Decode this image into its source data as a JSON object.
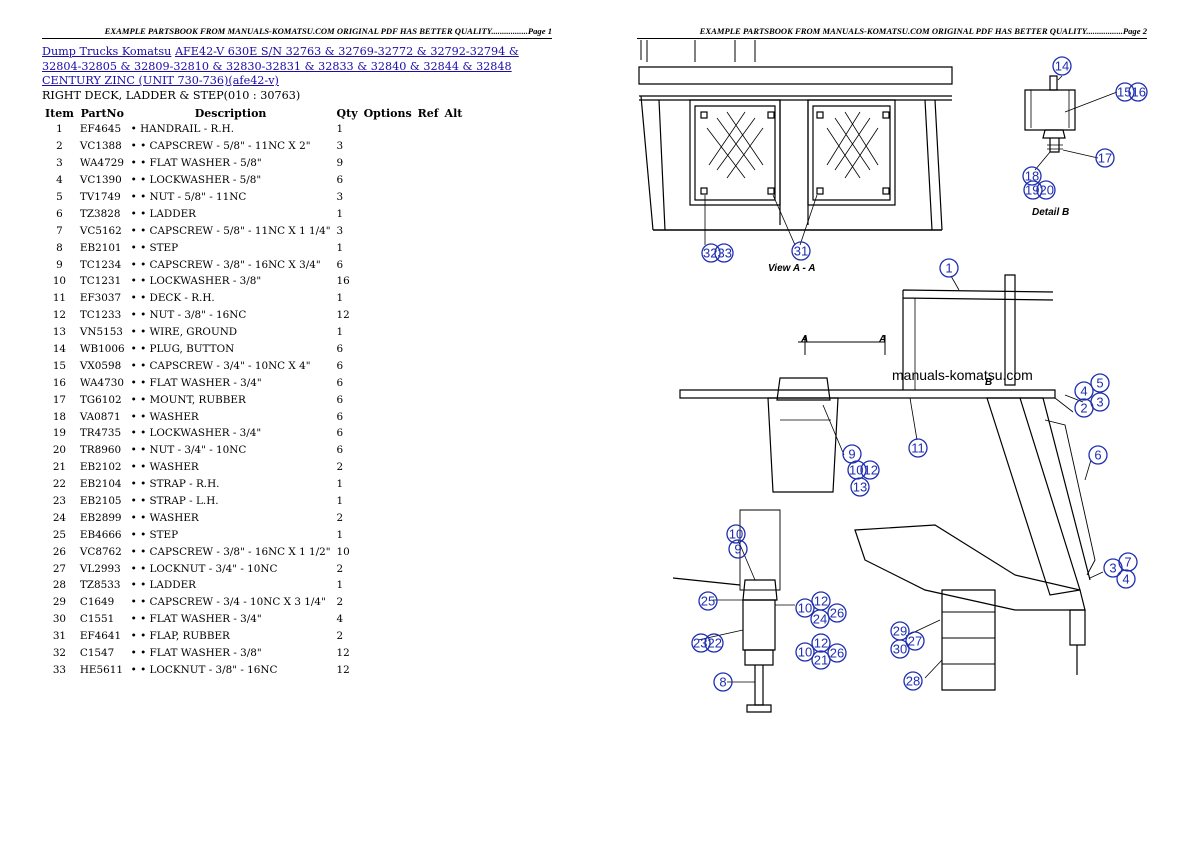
{
  "page1": {
    "header": "EXAMPLE PARTSBOOK FROM MANUALS-KOMATSU.COM ORIGINAL PDF HAS BETTER QUALITY.................Page 1",
    "title_link1": "Dump Trucks Komatsu",
    "title_link2": "AFE42-V 630E S/N 32763 & 32769-32772 & 32792-32794 & 32804-32805 & 32809-32810 & 32830-32831 & 32833 & 32840 & 32844 & 32848 CENTURY ZINC (UNIT 730-736)(afe42-v)",
    "subtitle": "RIGHT DECK, LADDER & STEP(010 : 30763)",
    "columns": [
      "Item",
      "PartNo",
      "Description",
      "Qty",
      "Options",
      "Ref",
      "Alt"
    ],
    "rows": [
      {
        "item": "1",
        "pn": "EF4645",
        "desc": "• HANDRAIL - R.H.",
        "qty": "1"
      },
      {
        "item": "2",
        "pn": "VC1388",
        "desc": "• • CAPSCREW - 5/8\" - 11NC X 2\"",
        "qty": "3"
      },
      {
        "item": "3",
        "pn": "WA4729",
        "desc": "• • FLAT WASHER - 5/8\"",
        "qty": "9"
      },
      {
        "item": "4",
        "pn": "VC1390",
        "desc": "• • LOCKWASHER - 5/8\"",
        "qty": "6"
      },
      {
        "item": "5",
        "pn": "TV1749",
        "desc": "• • NUT - 5/8\" - 11NC",
        "qty": "3"
      },
      {
        "item": "6",
        "pn": "TZ3828",
        "desc": "• • LADDER",
        "qty": "1"
      },
      {
        "item": "7",
        "pn": "VC5162",
        "desc": "• • CAPSCREW - 5/8\" - 11NC X 1 1/4\"",
        "qty": "3"
      },
      {
        "item": "8",
        "pn": "EB2101",
        "desc": "• • STEP",
        "qty": "1"
      },
      {
        "item": "9",
        "pn": "TC1234",
        "desc": "• • CAPSCREW - 3/8\" - 16NC X 3/4\"",
        "qty": "6"
      },
      {
        "item": "10",
        "pn": "TC1231",
        "desc": "• • LOCKWASHER - 3/8\"",
        "qty": "16"
      },
      {
        "item": "11",
        "pn": "EF3037",
        "desc": "• • DECK - R.H.",
        "qty": "1"
      },
      {
        "item": "12",
        "pn": "TC1233",
        "desc": "• • NUT - 3/8\" - 16NC",
        "qty": "12"
      },
      {
        "item": "13",
        "pn": "VN5153",
        "desc": "• • WIRE, GROUND",
        "qty": "1"
      },
      {
        "item": "14",
        "pn": "WB1006",
        "desc": "• • PLUG, BUTTON",
        "qty": "6"
      },
      {
        "item": "15",
        "pn": "VX0598",
        "desc": "• • CAPSCREW - 3/4\" - 10NC X 4\"",
        "qty": "6"
      },
      {
        "item": "16",
        "pn": "WA4730",
        "desc": "• • FLAT WASHER - 3/4\"",
        "qty": "6"
      },
      {
        "item": "17",
        "pn": "TG6102",
        "desc": "• • MOUNT, RUBBER",
        "qty": "6"
      },
      {
        "item": "18",
        "pn": "VA0871",
        "desc": "• • WASHER",
        "qty": "6"
      },
      {
        "item": "19",
        "pn": "TR4735",
        "desc": "• • LOCKWASHER - 3/4\"",
        "qty": "6"
      },
      {
        "item": "20",
        "pn": "TR8960",
        "desc": "• • NUT - 3/4\" - 10NC",
        "qty": "6"
      },
      {
        "item": "21",
        "pn": "EB2102",
        "desc": "• • WASHER",
        "qty": "2"
      },
      {
        "item": "22",
        "pn": "EB2104",
        "desc": "• • STRAP - R.H.",
        "qty": "1"
      },
      {
        "item": "23",
        "pn": "EB2105",
        "desc": "• • STRAP - L.H.",
        "qty": "1"
      },
      {
        "item": "24",
        "pn": "EB2899",
        "desc": "• • WASHER",
        "qty": "2"
      },
      {
        "item": "25",
        "pn": "EB4666",
        "desc": "• • STEP",
        "qty": "1"
      },
      {
        "item": "26",
        "pn": "VC8762",
        "desc": "• • CAPSCREW - 3/8\" - 16NC X 1 1/2\"",
        "qty": "10"
      },
      {
        "item": "27",
        "pn": "VL2993",
        "desc": "• • LOCKNUT - 3/4\" - 10NC",
        "qty": "2"
      },
      {
        "item": "28",
        "pn": "TZ8533",
        "desc": "• • LADDER",
        "qty": "1"
      },
      {
        "item": "29",
        "pn": "C1649",
        "desc": "• • CAPSCREW - 3/4 - 10NC X 3 1/4\"",
        "qty": "2"
      },
      {
        "item": "30",
        "pn": "C1551",
        "desc": "• • FLAT WASHER - 3/4\"",
        "qty": "4"
      },
      {
        "item": "31",
        "pn": "EF4641",
        "desc": "• • FLAP, RUBBER",
        "qty": "2"
      },
      {
        "item": "32",
        "pn": "C1547",
        "desc": "• • FLAT WASHER - 3/8\"",
        "qty": "12"
      },
      {
        "item": "33",
        "pn": "HE5611",
        "desc": "• • LOCKNUT - 3/8\" - 16NC",
        "qty": "12"
      }
    ]
  },
  "page2": {
    "header": "EXAMPLE PARTSBOOK FROM MANUALS-KOMATSU.COM ORIGINAL PDF HAS BETTER QUALITY.................Page 2",
    "labels": {
      "view_aa": "View A - A",
      "detail_b": "Detail B",
      "watermark": "manuals-komatsu.com",
      "section_a": "A",
      "section_b": "B"
    },
    "callouts": [
      {
        "id": "c14",
        "text": "14"
      },
      {
        "id": "c1516",
        "text": "1516"
      },
      {
        "id": "c17",
        "text": "17"
      },
      {
        "id": "c18",
        "text": "18"
      },
      {
        "id": "c1920",
        "text": "1920"
      },
      {
        "id": "c3233",
        "text": "3233"
      },
      {
        "id": "c31",
        "text": "31"
      },
      {
        "id": "c1",
        "text": "1"
      },
      {
        "id": "c4a",
        "text": "4"
      },
      {
        "id": "c5",
        "text": "5"
      },
      {
        "id": "c2",
        "text": "2"
      },
      {
        "id": "c3a",
        "text": "3"
      },
      {
        "id": "c6",
        "text": "6"
      },
      {
        "id": "c9a",
        "text": "9"
      },
      {
        "id": "c1012a",
        "text": "1012"
      },
      {
        "id": "c13",
        "text": "13"
      },
      {
        "id": "c11",
        "text": "11"
      },
      {
        "id": "c3b",
        "text": "3"
      },
      {
        "id": "c7",
        "text": "7"
      },
      {
        "id": "c4b",
        "text": "4"
      },
      {
        "id": "c10b",
        "text": "10"
      },
      {
        "id": "c9b",
        "text": "9"
      },
      {
        "id": "c25",
        "text": "25"
      },
      {
        "id": "c10c",
        "text": "10"
      },
      {
        "id": "c12a",
        "text": "12"
      },
      {
        "id": "c24",
        "text": "24"
      },
      {
        "id": "c26a",
        "text": "26"
      },
      {
        "id": "c2322",
        "text": "2322"
      },
      {
        "id": "c12b",
        "text": "12"
      },
      {
        "id": "c10d",
        "text": "10"
      },
      {
        "id": "c21",
        "text": "21"
      },
      {
        "id": "c26b",
        "text": "26"
      },
      {
        "id": "c8",
        "text": "8"
      },
      {
        "id": "c29",
        "text": "29"
      },
      {
        "id": "c27",
        "text": "27"
      },
      {
        "id": "c30",
        "text": "30"
      },
      {
        "id": "c28",
        "text": "28"
      }
    ]
  }
}
